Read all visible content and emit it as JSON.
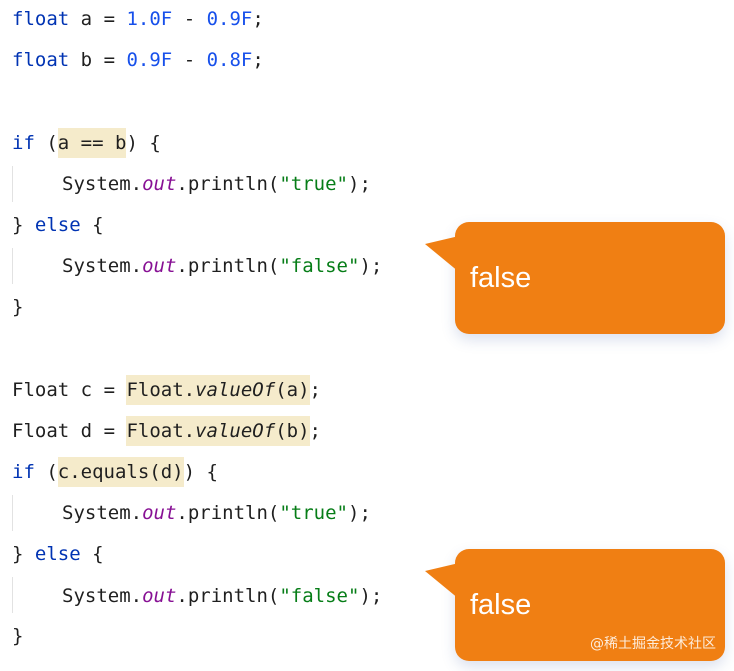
{
  "code": {
    "line1": {
      "type": "float",
      "var": "a",
      "eq": "=",
      "v1": "1.0F",
      "op": "-",
      "v2": "0.9F",
      "end": ";"
    },
    "line2": {
      "type": "float",
      "var": "b",
      "eq": "=",
      "v1": "0.9F",
      "op": "-",
      "v2": "0.8F",
      "end": ";"
    },
    "if1": {
      "kw": "if",
      "open": "(",
      "cond": "a == b",
      "close": ") {"
    },
    "print_true": {
      "recv": "System.",
      "field": "out",
      "call": ".println(",
      "arg": "\"true\"",
      "end": ");"
    },
    "else1": {
      "close": "}",
      "kw": "else",
      "open": "{"
    },
    "print_false": {
      "recv": "System.",
      "field": "out",
      "call": ".println(",
      "arg": "\"false\"",
      "end": ");"
    },
    "brace": "}",
    "line_c": {
      "type": "Float",
      "var": "c",
      "eq": "=",
      "cls": "Float.",
      "method": "valueOf",
      "args": "(a)",
      "end": ";"
    },
    "line_d": {
      "type": "Float",
      "var": "d",
      "eq": "=",
      "cls": "Float.",
      "method": "valueOf",
      "args": "(b)",
      "end": ";"
    },
    "if2": {
      "kw": "if",
      "open": "(",
      "cond": "c.equals(d)",
      "close": ") {"
    }
  },
  "callouts": {
    "first": "false",
    "second": "false"
  },
  "watermark": "@稀土掘金技术社区",
  "colors": {
    "keyword": "#0033b3",
    "number": "#1750eb",
    "string": "#067d17",
    "field": "#871094",
    "highlight": "#f5ebcb",
    "callout": "#f07f13"
  }
}
